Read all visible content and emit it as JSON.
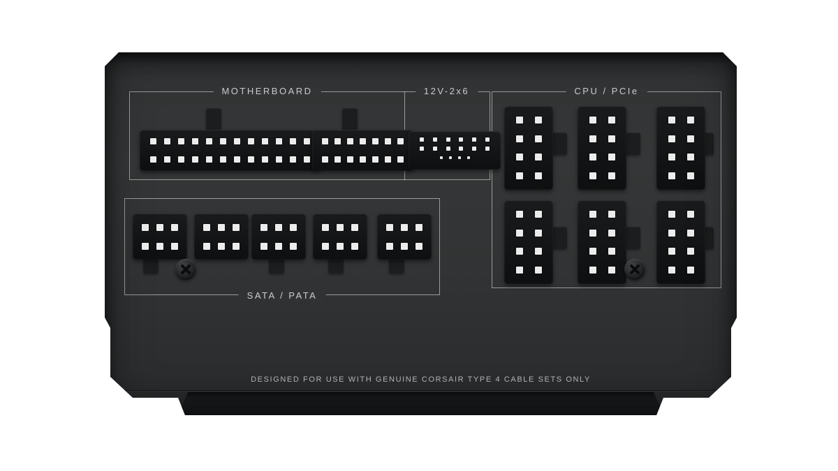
{
  "product": {
    "footer_note": "DESIGNED FOR USE WITH GENUINE CORSAIR TYPE 4 CABLE SETS ONLY"
  },
  "sections": {
    "motherboard": {
      "label": "MOTHERBOARD",
      "connector_count": 2
    },
    "hpwr_12v_2x6": {
      "label": "12V-2x6",
      "connector_count": 1
    },
    "cpu_pcie": {
      "label": "CPU / PCIe",
      "connector_count": 6
    },
    "sata_pata": {
      "label": "SATA / PATA",
      "connector_count": 5
    }
  },
  "connector_specs": {
    "atx_main": {
      "rows": 2,
      "cols": 12,
      "pin_size": 9
    },
    "atx_aux": {
      "rows": 2,
      "cols": 7,
      "pin_size": 9
    },
    "hpwr": {
      "rows": 2,
      "cols": 6,
      "pin_size": 6,
      "sense_pins": 4
    },
    "cpu_pcie_8pin": {
      "rows": 4,
      "cols": 2,
      "pin_size": 10
    },
    "sata_6pin": {
      "rows": 2,
      "cols": 3,
      "pin_size": 10
    }
  },
  "colors": {
    "background": "#ffffff",
    "body": "#313334",
    "outline": "#c6c8c8",
    "connector": "#121314",
    "pin": "#ececec"
  }
}
